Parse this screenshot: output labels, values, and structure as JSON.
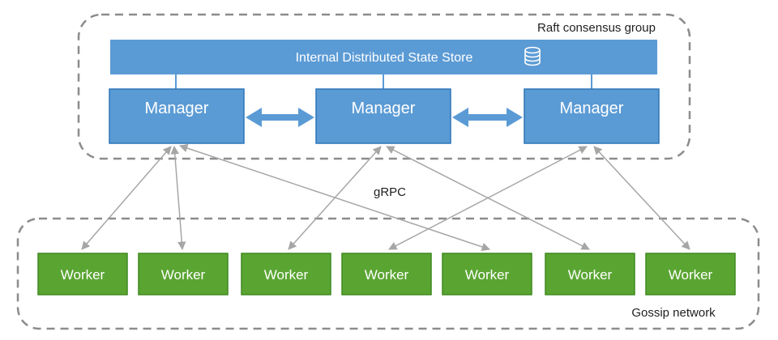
{
  "diagram": {
    "group_label": "Raft consensus group",
    "store_label": "Internal Distributed State Store",
    "store_icon": "database-icon",
    "protocol_label": "gRPC",
    "network_label": "Gossip network",
    "managers": [
      {
        "label": "Manager"
      },
      {
        "label": "Manager"
      },
      {
        "label": "Manager"
      }
    ],
    "workers": [
      {
        "label": "Worker"
      },
      {
        "label": "Worker"
      },
      {
        "label": "Worker"
      },
      {
        "label": "Worker"
      },
      {
        "label": "Worker"
      },
      {
        "label": "Worker"
      },
      {
        "label": "Worker"
      }
    ],
    "colors": {
      "store_fill": "#5b9bd5",
      "manager_fill": "#5b9bd5",
      "manager_border": "#2e75b6",
      "arrow_blue": "#5b9bd5",
      "worker_fill": "#5aa532",
      "worker_border": "#3f8a20",
      "dashed_border": "#8c8c8c",
      "connector": "#a6a6a6"
    }
  }
}
